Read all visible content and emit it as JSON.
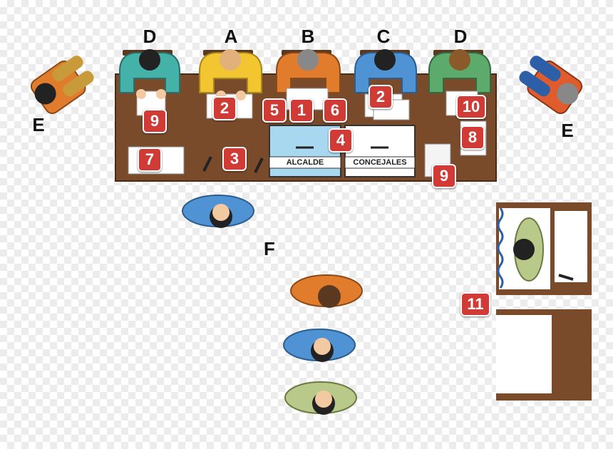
{
  "letters": {
    "D1": "D",
    "A": "A",
    "B": "B",
    "C": "C",
    "D2": "D",
    "E1": "E",
    "E2": "E",
    "F": "F"
  },
  "badges": {
    "b1": "1",
    "b2a": "2",
    "b2b": "2",
    "b3": "3",
    "b4": "4",
    "b5": "5",
    "b6": "6",
    "b7": "7",
    "b8": "8",
    "b9a": "9",
    "b9b": "9",
    "b10": "10",
    "b11": "11"
  },
  "ballot_boxes": {
    "alcalde": "ALCALDE",
    "concejales": "CONCEJALES"
  },
  "colors": {
    "table": "#7a4b2a",
    "badge": "#d13b35",
    "teal": "#44b2a8",
    "yellow": "#f2c531",
    "orange": "#e07c2c",
    "blue": "#4f93d4",
    "green": "#5cab6c",
    "urn": "#a8d8f0"
  }
}
